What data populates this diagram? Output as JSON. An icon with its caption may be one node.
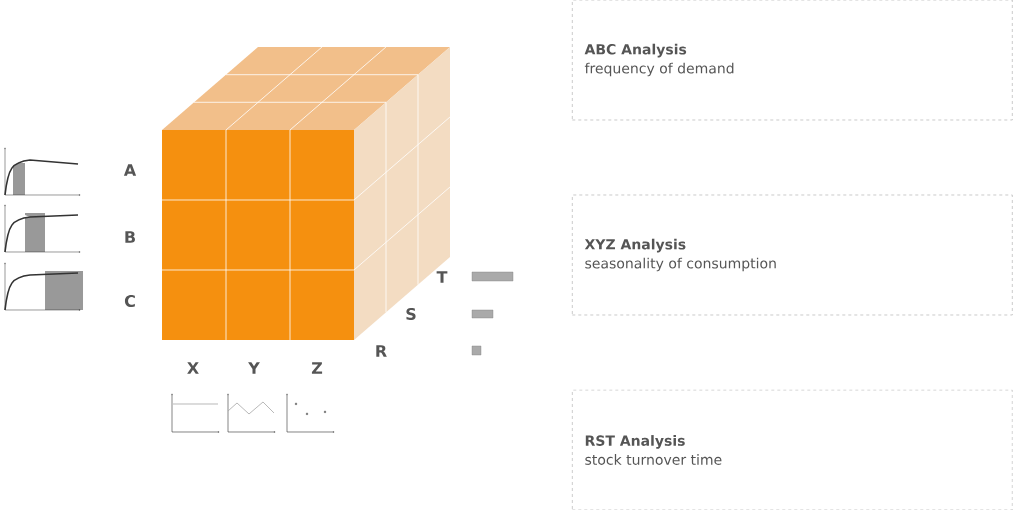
{
  "diagram": {
    "nodes": [
      {
        "text": [
          "ABC Analysis",
          "frequency of demand"
        ]
      },
      {
        "text": [
          "XYZ Analysis",
          "seasonality of consumption"
        ]
      },
      {
        "text": [
          "RST Analysis",
          "stock turnover time"
        ]
      }
    ],
    "labels": [
      "A",
      "B",
      "C",
      "X",
      "Y",
      "Z",
      "T",
      "S",
      "R"
    ]
  }
}
